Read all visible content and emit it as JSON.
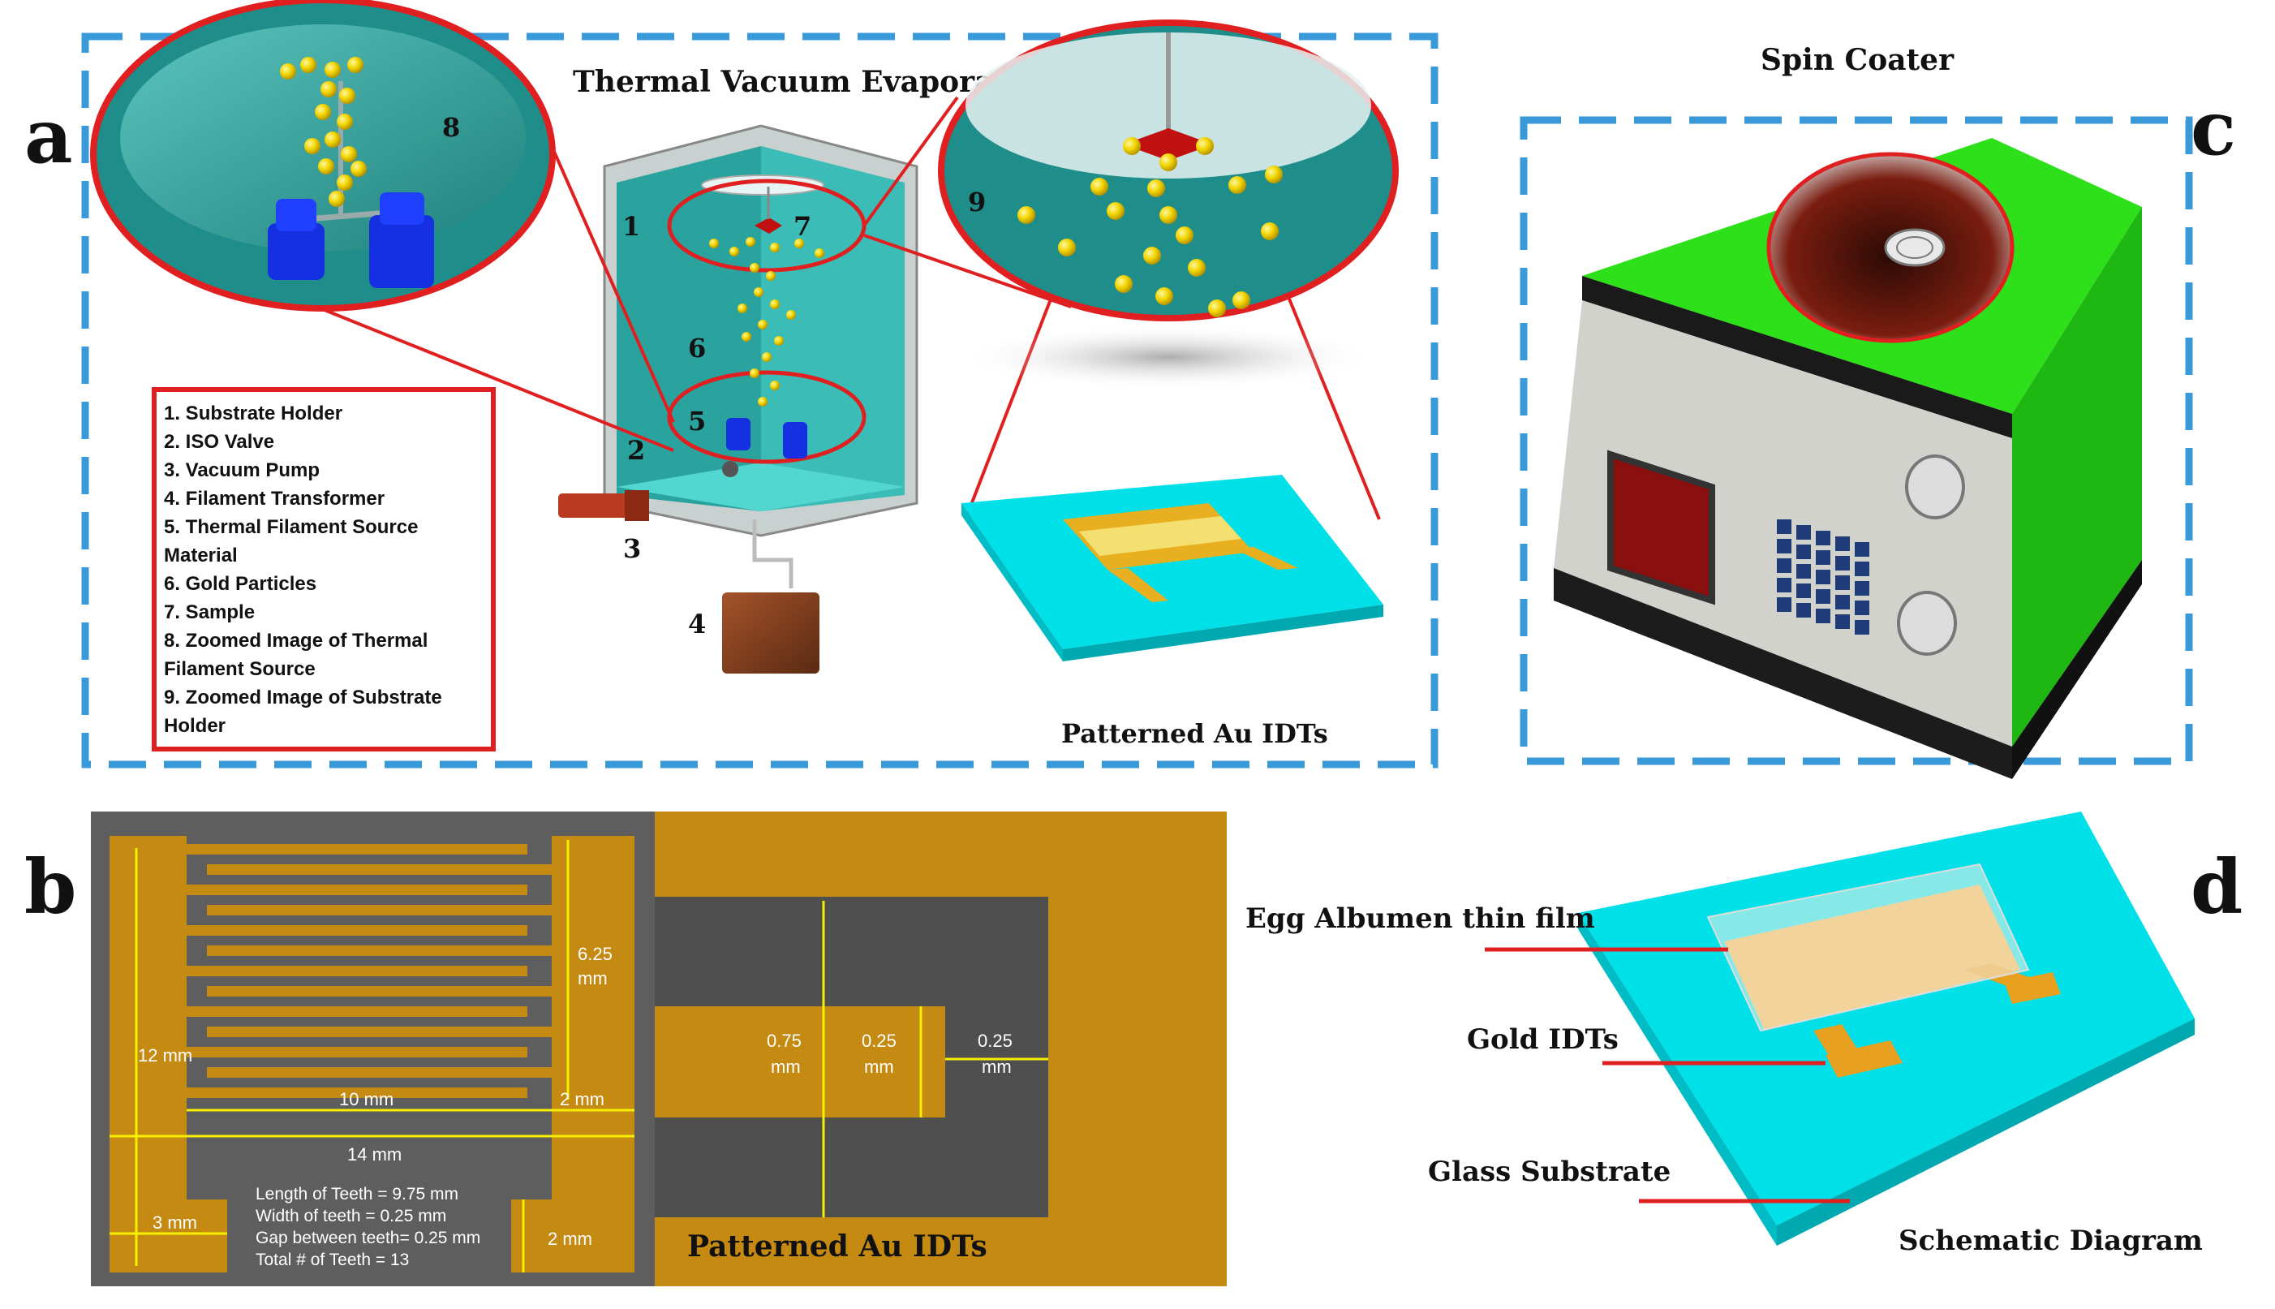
{
  "panel_letters": {
    "a": "a",
    "b": "b",
    "c": "c",
    "d": "d"
  },
  "panel_a": {
    "title": "Thermal Vacuum Evaporator",
    "legend": [
      "1. Substrate Holder",
      "2. ISO Valve",
      "3. Vacuum Pump",
      "4. Filament Transformer",
      "5. Thermal Filament Source",
      "Material",
      "6. Gold Particles",
      "7. Sample",
      "8. Zoomed Image of Thermal",
      "Filament Source",
      "9. Zoomed Image of Substrate",
      "Holder"
    ],
    "numbers": {
      "n1": "1",
      "n2": "2",
      "n3": "3",
      "n4": "4",
      "n5": "5",
      "n6": "6",
      "n7": "7",
      "n8": "8",
      "n9": "9"
    },
    "idt_caption": "Patterned Au IDTs"
  },
  "panel_b": {
    "dim_12mm": "12 mm",
    "dim_625": "6.25",
    "dim_625_unit": "mm",
    "dim_10mm": "10 mm",
    "dim_2mm_a": "2 mm",
    "dim_14mm": "14 mm",
    "dim_3mm": "3 mm",
    "dim_2mm_b": "2 mm",
    "specs": [
      "Length of Teeth = 9.75 mm",
      "Width of teeth = 0.25 mm",
      "Gap between teeth= 0.25 mm",
      "Total # of Teeth = 13"
    ],
    "zoom_075": "0.75",
    "zoom_025a": "0.25",
    "zoom_025b": "0.25",
    "unit_mm": "mm",
    "caption": "Patterned Au IDTs"
  },
  "panel_c": {
    "title": "Spin Coater"
  },
  "panel_d": {
    "label_film": "Egg Albumen thin film",
    "label_gold": "Gold IDTs",
    "label_glass": "Glass Substrate",
    "caption": "Schematic Diagram"
  },
  "colors": {
    "dash_blue": "#3a9ad9",
    "highlight_red": "#e02020",
    "gold": "#c48a12",
    "cyan": "#00e0e8",
    "teal": "#2b8f8c",
    "green": "#2de01a"
  }
}
